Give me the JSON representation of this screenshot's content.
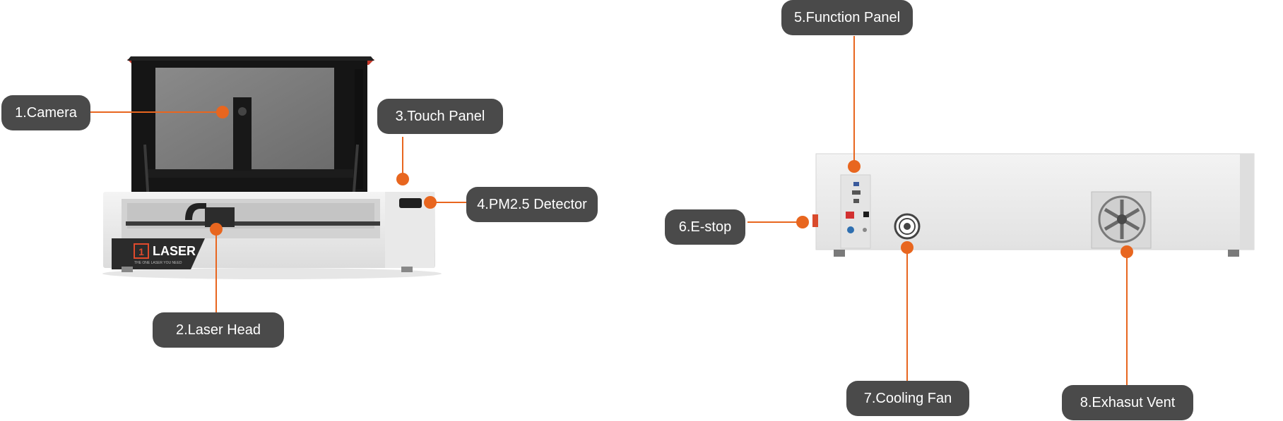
{
  "colors": {
    "accent": "#e8661f",
    "label_bg": "#4a4a4a",
    "label_text": "#ffffff",
    "machine_body": "#ececec",
    "lid_frame": "#151515",
    "lid_glass": "#7c7c7c",
    "lid_top_trim": "#c83a2c"
  },
  "brand": {
    "name": "LASER",
    "tagline": "THE ONE LASER YOU NEED"
  },
  "callouts": [
    {
      "id": "camera",
      "text": "1.Camera"
    },
    {
      "id": "laser-head",
      "text": "2.Laser Head"
    },
    {
      "id": "touch-panel",
      "text": "3.Touch Panel"
    },
    {
      "id": "pm25-detector",
      "text": "4.PM2.5 Detector"
    },
    {
      "id": "function-panel",
      "text": "5.Function Panel"
    },
    {
      "id": "e-stop",
      "text": "6.E-stop"
    },
    {
      "id": "cooling-fan",
      "text": "7.Cooling Fan"
    },
    {
      "id": "exhaust-vent",
      "text": "8.Exhasut Vent"
    }
  ]
}
